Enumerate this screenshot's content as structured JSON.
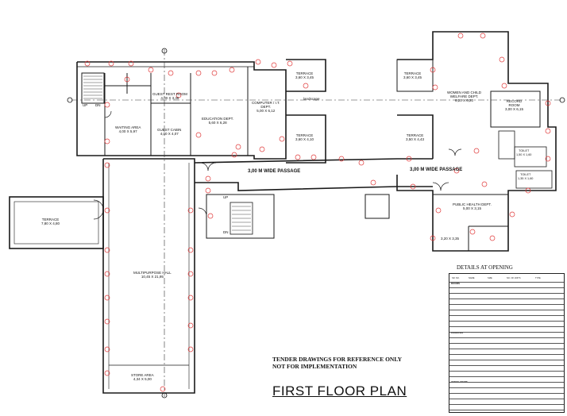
{
  "drawing_title": "FIRST FLOOR PLAN",
  "tender_note": [
    "TENDER DRAWINGS FOR REFERENCE ONLY",
    "NOT FOR IMPLEMENTATION"
  ],
  "rooms": {
    "waiting_area": [
      "WAITING AREA",
      "4,00 X 5,97"
    ],
    "guest_rest_room": [
      "GUEST REST ROOM",
      "4,00 X 3,38"
    ],
    "guest_cabin": [
      "GUEST CABIN",
      "4,00 X 4,07"
    ],
    "education_dept": [
      "EDUCATION DEPT.",
      "5,60 X 6,28"
    ],
    "computer_it_dept": [
      "COMPUTER / I.T.",
      "DEPT.",
      "5,00 X 6,12"
    ],
    "terrace_top": [
      "TERRACE",
      "3,60 X 3,45"
    ],
    "terrace_mid_left": [
      "TERRACE",
      "3,60 X 4,10"
    ],
    "terrace_mid_right": [
      "TERRACE",
      "3,50 X 4,43"
    ],
    "terrace_top_right": [
      "TERRACE",
      "3,60 X 3,45"
    ],
    "landscape": "landscape",
    "women_child": [
      "WOMEN AND CHILD",
      "WELFARE DEPT.",
      "6,20 X 6,20"
    ],
    "record_room": [
      "RECORD",
      "ROOM",
      "3,00 X 6,15"
    ],
    "public_health": [
      "PUBLIC HEALTH DEPT.",
      "5,00 X 3,15"
    ],
    "small_room": "3,20 X 3,35",
    "terrace_left": [
      "TERRACE",
      "7,80 X 4,80"
    ],
    "multipurpose": [
      "MULTIPURPOSE HALL",
      "10,45 X 21,95"
    ],
    "store_area": [
      "STORE AREA",
      "4,34 X 5,00"
    ],
    "toilet_1": [
      "TOILET",
      "1,50 X 1,60"
    ],
    "toilet_2": [
      "TOILET",
      "1,35 X 1,60"
    ],
    "passage_1": "3,00 M WIDE PASSAGE",
    "passage_2": "3,00 M WIDE PASSAGE",
    "stair_up": "UP",
    "stair_dn": "DN"
  },
  "details": {
    "title": "DETAILS AT OPENING",
    "columns": [
      "SR. NO.",
      "NAME",
      "SIZE",
      "NO. OF UNITS",
      "TYPE"
    ],
    "sections": [
      "DOORS",
      "WINDOWS",
      "VENTILATORS"
    ]
  },
  "colors": {
    "line": "#1a1a1a",
    "door_marker": "#e03a3a",
    "hatch": "#444444"
  },
  "icons": [
    "section-marker-icon",
    "door-swing-icon",
    "stair-icon"
  ]
}
